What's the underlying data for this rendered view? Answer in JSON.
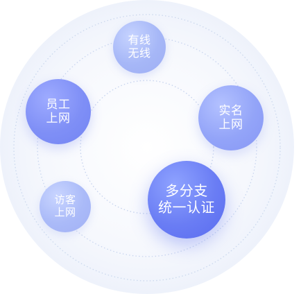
{
  "nodes": {
    "wired_wireless": {
      "label": "有线\n无线"
    },
    "staff_access": {
      "label": "员工\n上网"
    },
    "realname_access": {
      "label": "实名\n上网"
    },
    "guest_access": {
      "label": "访客\n上网"
    },
    "multi_auth": {
      "label": "多分支\n统一认证"
    }
  },
  "colors": {
    "ring_dots": "#c9d6ef",
    "glow": "#eef2fb",
    "node_primary": "#6a7df4",
    "node_light": "#a6b7f7"
  }
}
